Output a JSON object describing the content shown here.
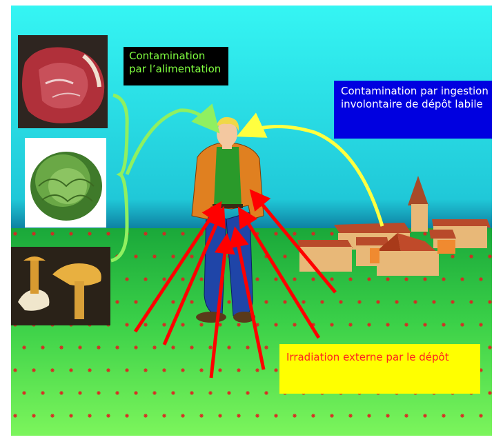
{
  "labels": {
    "food": "Contamination par l’alimentation",
    "ingestion": "Contamination par ingestion involontaire de dépôt labile",
    "irradiation": "Irradiation externe par le dépôt"
  },
  "colors": {
    "food_label_bg": "#000000",
    "food_label_text": "#80ff40",
    "ingestion_label_bg": "#0000e0",
    "ingestion_label_text": "#ffffff",
    "irradiation_label_bg": "#ffff00",
    "irradiation_label_text": "#ff2020",
    "food_arrow": "#90f060",
    "ingestion_arrow": "#ffff40",
    "irradiation_arrows": "#ff0000"
  },
  "images": {
    "food_items": [
      "meat-photo",
      "lettuce-photo",
      "mushroom-photo"
    ],
    "person": "person-illustration",
    "village": "village-illustration"
  }
}
